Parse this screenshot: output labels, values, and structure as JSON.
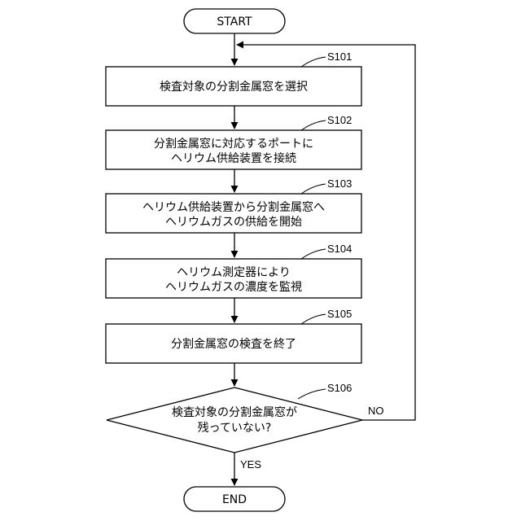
{
  "flowchart": {
    "start": "START",
    "end": "END",
    "steps": [
      {
        "id": "S101",
        "lines": [
          "検査対象の分割金属窓を選択"
        ]
      },
      {
        "id": "S102",
        "lines": [
          "分割金属窓に対応するポートに",
          "ヘリウム供給装置を接続"
        ]
      },
      {
        "id": "S103",
        "lines": [
          "ヘリウム供給装置から分割金属窓へ",
          "ヘリウムガスの供給を開始"
        ]
      },
      {
        "id": "S104",
        "lines": [
          "ヘリウム測定器により",
          "ヘリウムガスの濃度を監視"
        ]
      },
      {
        "id": "S105",
        "lines": [
          "分割金属窓の検査を終了"
        ]
      }
    ],
    "decision": {
      "id": "S106",
      "lines": [
        "検査対象の分割金属窓が",
        "残っていない?"
      ]
    },
    "yes_label": "YES",
    "no_label": "NO"
  }
}
